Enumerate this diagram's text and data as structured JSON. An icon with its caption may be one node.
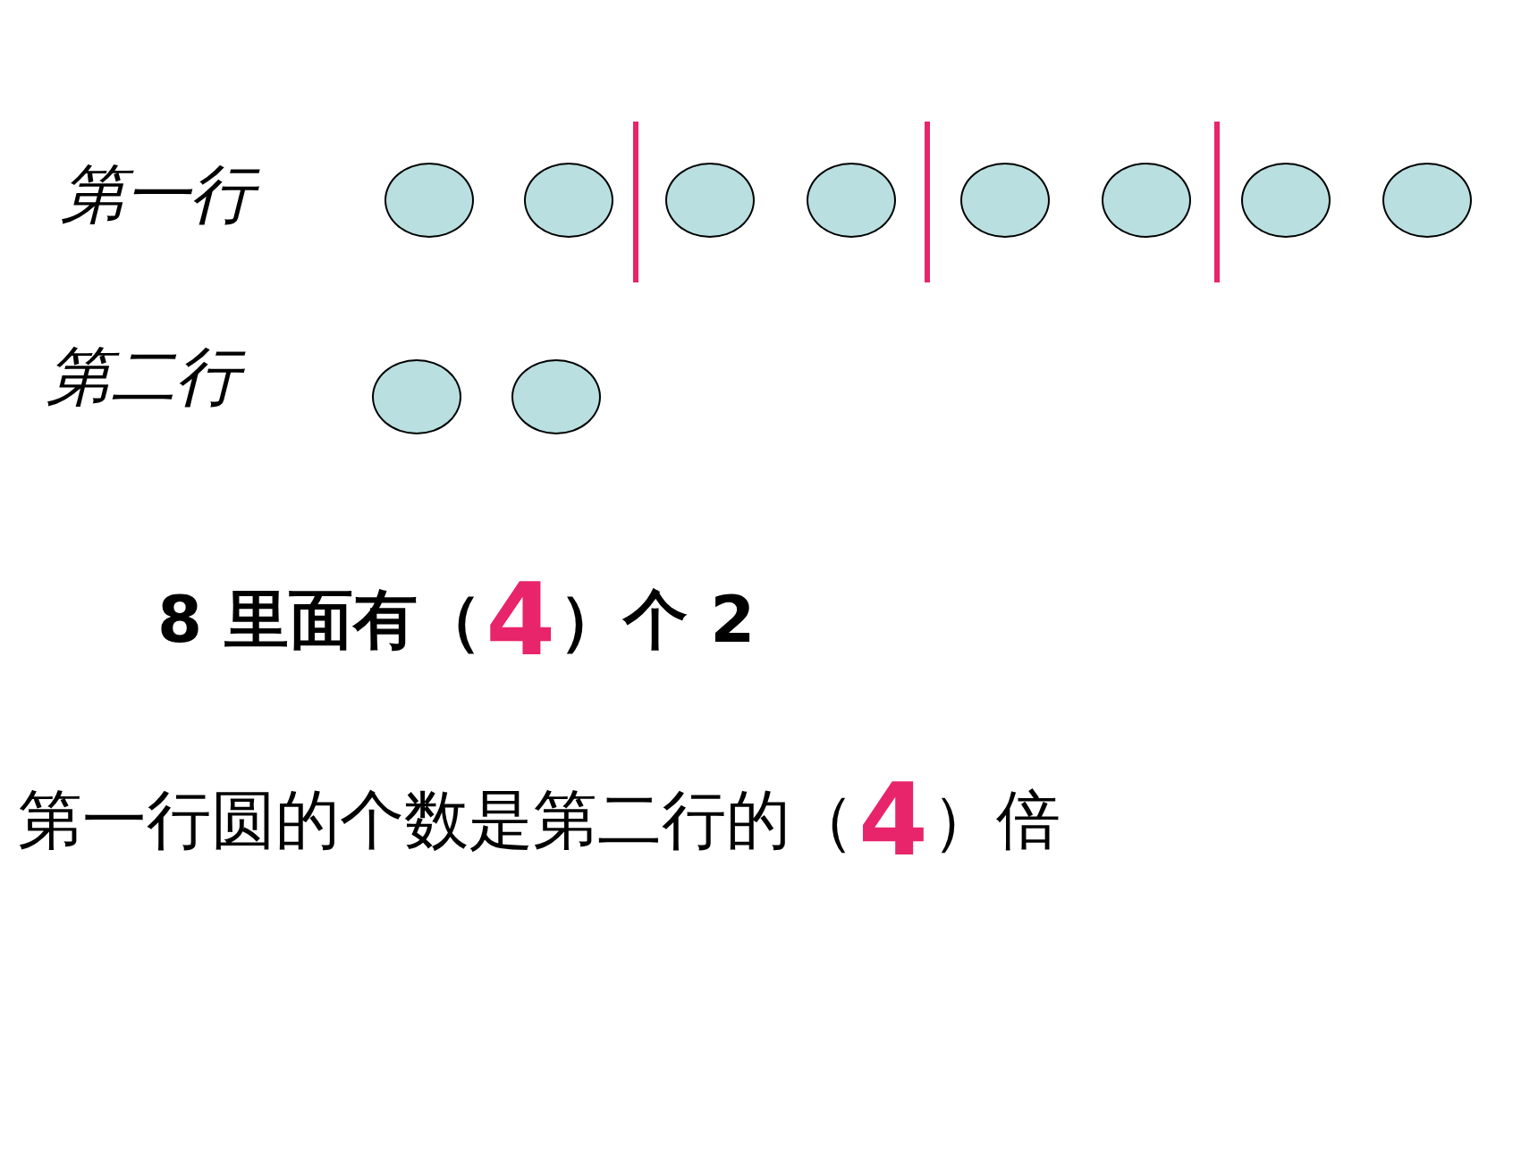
{
  "diagram": {
    "nodes": [
      {
        "text": [],
        "shape": "circle"
      },
      {
        "text": [],
        "shape": "circle"
      },
      {
        "text": [],
        "shape": "circle"
      },
      {
        "text": [],
        "shape": "circle"
      },
      {
        "text": [],
        "shape": "circle"
      },
      {
        "text": [],
        "shape": "circle"
      },
      {
        "text": [],
        "shape": "circle"
      },
      {
        "text": [],
        "shape": "circle"
      },
      {
        "text": [],
        "shape": "circle"
      },
      {
        "text": [],
        "shape": "circle"
      }
    ],
    "edges": [],
    "labels": [
      "第一行",
      "第二行",
      "8 里面有（",
      "4",
      "）个 2",
      "第一行圆的个数是第二行的（",
      "4",
      "）倍"
    ]
  }
}
